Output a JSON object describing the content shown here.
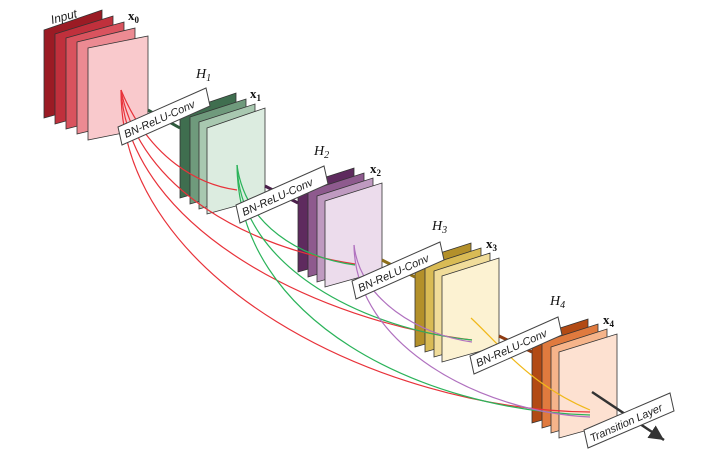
{
  "input_label": "Input",
  "x_labels": [
    "x",
    "x",
    "x",
    "x",
    "x"
  ],
  "x_subscripts": [
    "0",
    "1",
    "2",
    "3",
    "4"
  ],
  "h_labels": [
    "H",
    "H",
    "H",
    "H"
  ],
  "h_subscripts": [
    "1",
    "2",
    "3",
    "4"
  ],
  "box_label": "BN-ReLU-Conv",
  "transition_label": "Transition Layer",
  "colors": {
    "stage0": [
      "#9b1b24",
      "#c0303c",
      "#d9535e",
      "#ec8a92",
      "#f9c9cc"
    ],
    "stage1": [
      "#3f6e4f",
      "#6f9a7c",
      "#a8c8b0",
      "#dcece0"
    ],
    "stage2": [
      "#5e2a5e",
      "#8e5a8e",
      "#bf9ac0",
      "#ecdcec"
    ],
    "stage3": [
      "#b3902a",
      "#d9bb55",
      "#f0dc9a",
      "#fcf2d2"
    ],
    "stage4": [
      "#b24a14",
      "#e07a3e",
      "#f6b48a",
      "#fde1d1"
    ],
    "curve_red": "#e8323a",
    "curve_green": "#2bb35a",
    "curve_purple": "#b071bf",
    "curve_yellow": "#f0b81a"
  }
}
